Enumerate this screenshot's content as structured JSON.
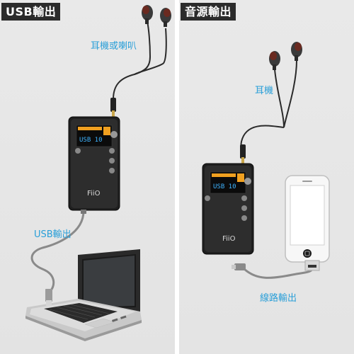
{
  "left_panel": {
    "title": "USB輸出",
    "earphone_label": "耳機或喇叭",
    "cable_label": "USB輸出"
  },
  "right_panel": {
    "title": "音源輸出",
    "earphone_label": "耳機",
    "cable_label": "線路輸出"
  },
  "device": {
    "brand": "FiiO",
    "display_text": "USB 10",
    "display_text_right": "USB 10"
  },
  "colors": {
    "label": "#2a9fd8",
    "tab_bg": "#2b2b2b",
    "panel_bg": "#e6e6e6",
    "display_orange": "#f0a020",
    "display_blue": "#3fb4ff"
  },
  "icons": [
    "earphones",
    "amplifier-device",
    "laptop",
    "smartphone",
    "usb-cable",
    "audio-cable"
  ]
}
